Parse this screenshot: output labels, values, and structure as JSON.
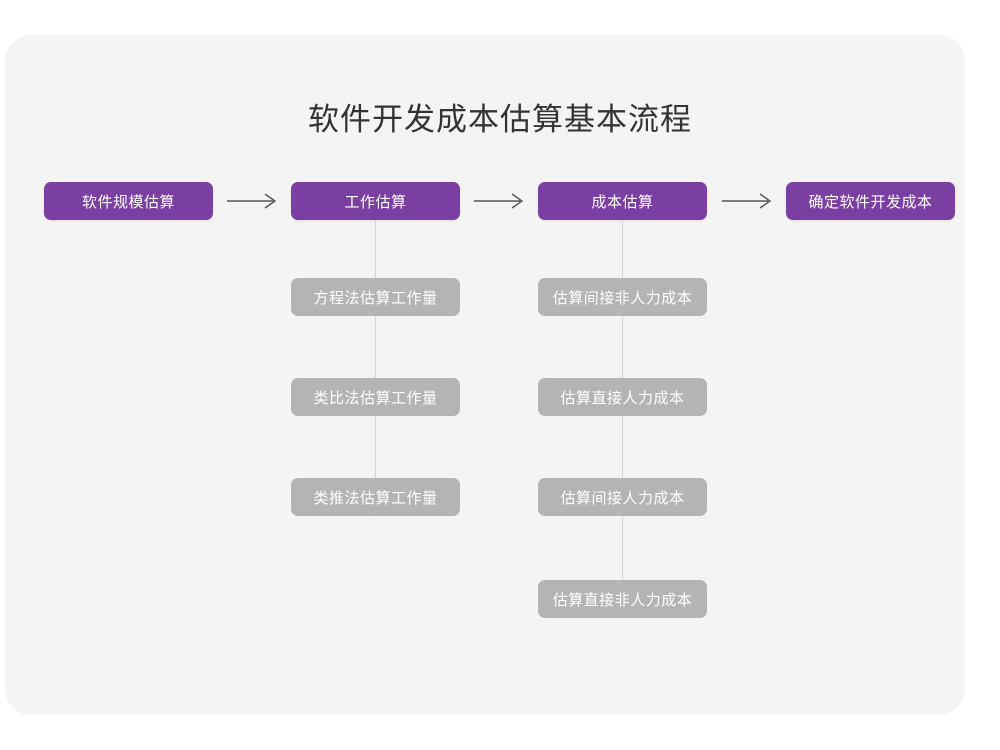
{
  "page": {
    "title": "软件开发成本估算基本流程",
    "background_color": "#ffffff",
    "card_color": "#f4f4f4"
  },
  "theme": {
    "main_node_color": "#7b3fa2",
    "sub_node_color": "#b4b4b4",
    "node_text_color": "#ffffff",
    "title_color": "#333333",
    "connector_color": "#d4d4d4",
    "arrow_color": "#555555"
  },
  "chart_data": {
    "type": "diagram",
    "title": "软件开发成本估算基本流程",
    "layout": "horizontal-flow-with-vertical-substeps",
    "main_flow": [
      {
        "id": "step1",
        "label": "软件规模估算"
      },
      {
        "id": "step2",
        "label": "工作估算"
      },
      {
        "id": "step3",
        "label": "成本估算"
      },
      {
        "id": "step4",
        "label": "确定软件开发成本"
      }
    ],
    "arrows": [
      {
        "from": "step1",
        "to": "step2",
        "glyph": "arrow-right-icon"
      },
      {
        "from": "step2",
        "to": "step3",
        "glyph": "arrow-right-icon"
      },
      {
        "from": "step3",
        "to": "step4",
        "glyph": "arrow-right-icon"
      }
    ],
    "sub_steps": [
      {
        "parent": "step2",
        "items": [
          "方程法估算工作量",
          "类比法估算工作量",
          "类推法估算工作量"
        ]
      },
      {
        "parent": "step3",
        "items": [
          "估算间接非人力成本",
          "估算直接人力成本",
          "估算间接人力成本",
          "估算直接非人力成本"
        ]
      }
    ]
  }
}
